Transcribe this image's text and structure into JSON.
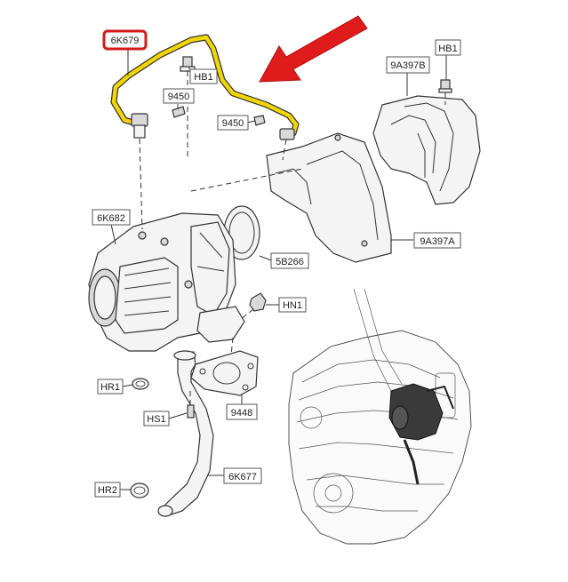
{
  "labels": {
    "oil_feed_pipe": "6K679",
    "bolt_hb1_top": "HB1",
    "washer_9450_left": "9450",
    "washer_9450_right": "9450",
    "bolt_hb1_right": "HB1",
    "heat_shield_upper": "9A397B",
    "turbocharger": "6K682",
    "gasket": "5B266",
    "heat_shield_lower": "9A397A",
    "nut_hn1": "HN1",
    "o_ring_hr1": "HR1",
    "stud_hs1": "HS1",
    "gasket_9448": "9448",
    "oil_return_pipe": "6K677",
    "o_ring_hr2": "HR2"
  },
  "colors": {
    "highlight_pipe": "#f2d600",
    "highlight_box": "#d11a1a",
    "arrow": "#e01b1b",
    "line": "#333333"
  },
  "icons": {
    "arrow": "pointer-arrow-icon"
  }
}
